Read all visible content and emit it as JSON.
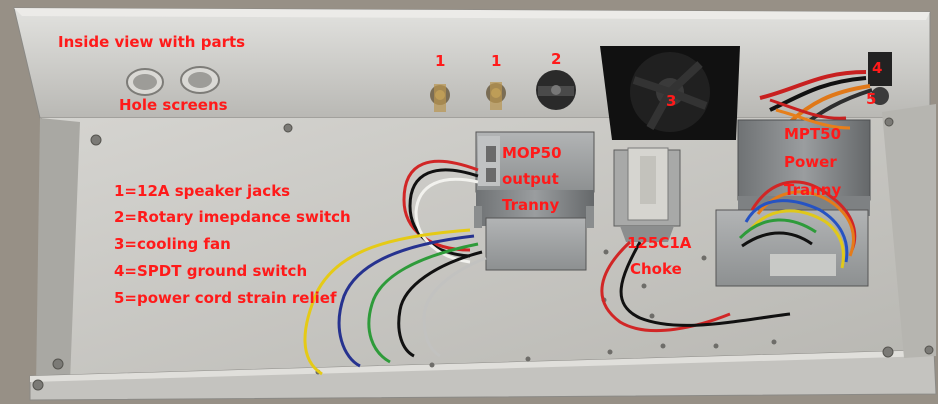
{
  "labels": {
    "title": "Inside view with parts",
    "hole_screens": "Hole screens",
    "num_1a": "1",
    "num_1b": "1",
    "num_2": "2",
    "num_3": "3",
    "num_4": "4",
    "num_5": "5",
    "output_tranny": [
      "MOP50",
      "output",
      "Tranny"
    ],
    "choke": [
      "125C1A",
      "Choke"
    ],
    "power_tranny": [
      "MPT50",
      "Power",
      "Tranny"
    ]
  },
  "legend": [
    "1=12A speaker jacks",
    "2=Rotary imepdance switch",
    "3=cooling fan",
    "4=SPDT ground switch",
    "5=power cord strain relief"
  ],
  "colors": {
    "label_red": "#ff1a1a",
    "chassis_aluminum": "#c9c8c4",
    "background_concrete": "#9a9388"
  }
}
